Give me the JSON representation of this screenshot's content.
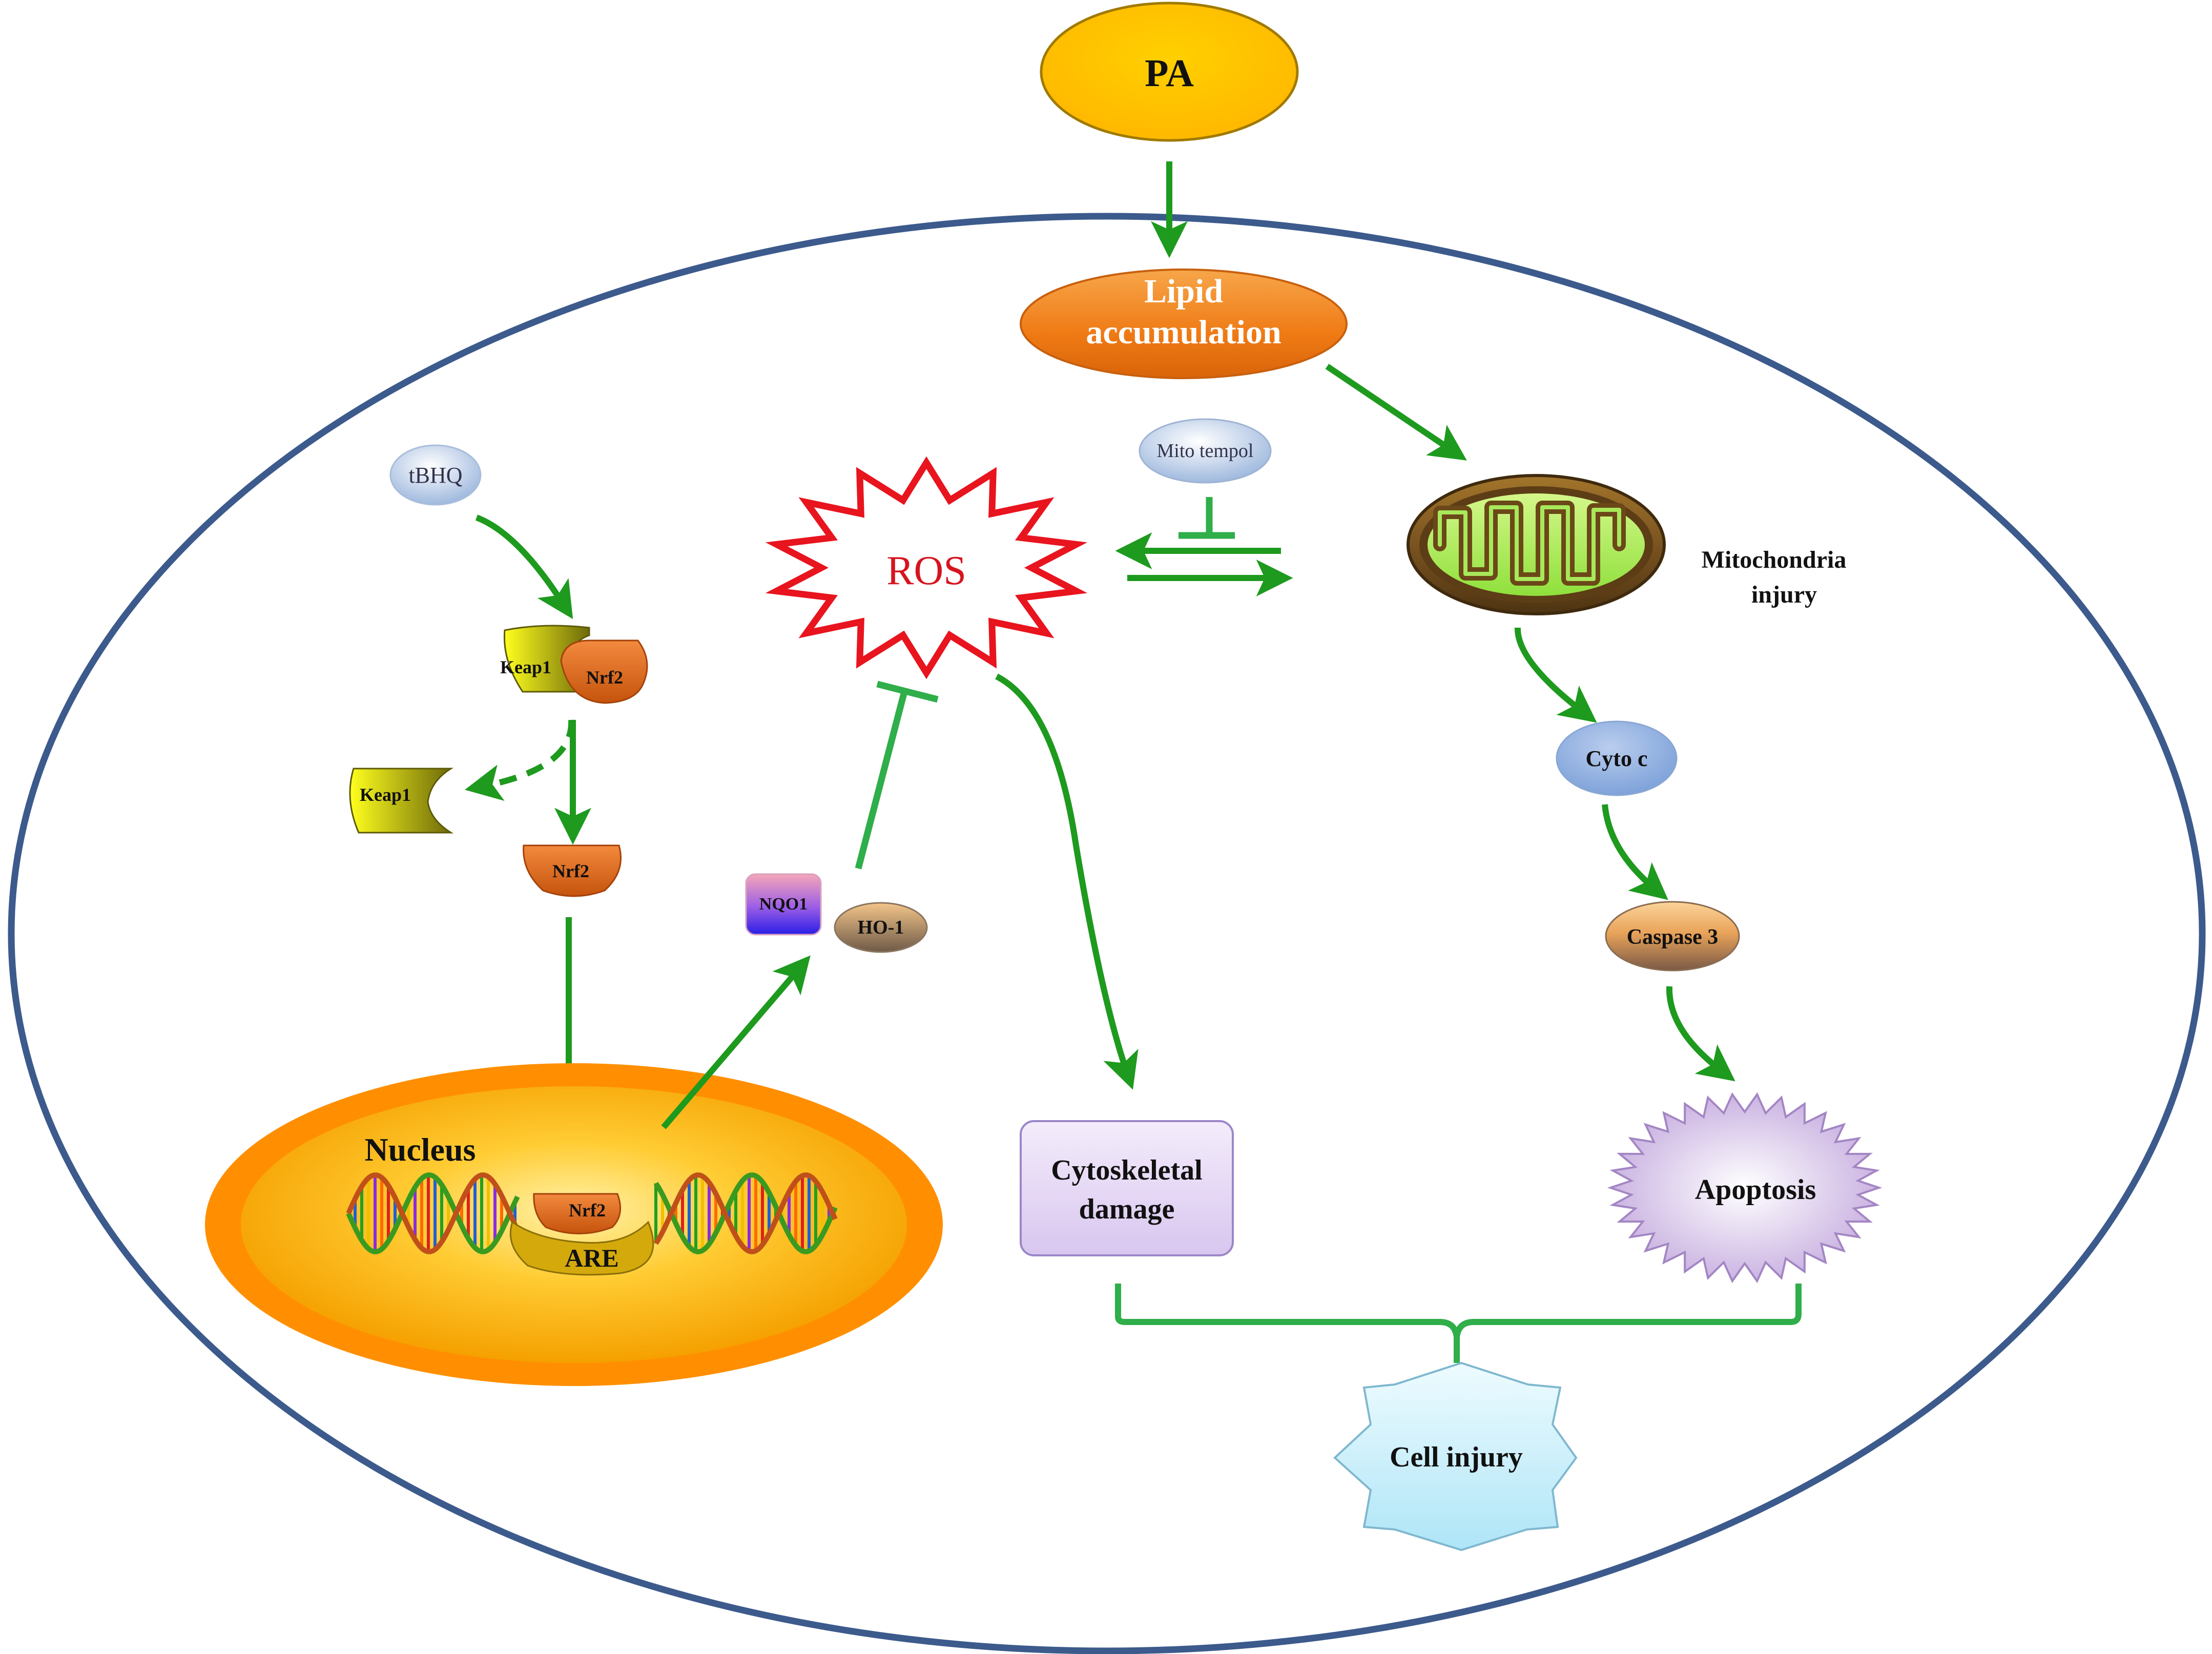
{
  "labels": {
    "pa": "PA",
    "lipid_line1": "Lipid",
    "lipid_line2": "accumulation",
    "mito_tempol": "Mito tempol",
    "ros": "ROS",
    "mito_injury_line1": "Mitochondria",
    "mito_injury_line2": "injury",
    "tbhq": "tBHQ",
    "keap1_complex": "Keap1",
    "nrf2_complex": "Nrf2",
    "keap1_free": "Keap1",
    "nrf2_free": "Nrf2",
    "nqo1": "NQO1",
    "ho1": "HO-1",
    "cyto_c": "Cyto c",
    "caspase3": "Caspase 3",
    "nucleus": "Nucleus",
    "nrf2_nucleus": "Nrf2",
    "are": "ARE",
    "cytoskeletal_line1": "Cytoskeletal",
    "cytoskeletal_line2": "damage",
    "apoptosis": "Apoptosis",
    "cell_injury": "Cell injury"
  },
  "colors": {
    "arrow": "#1e9a1e",
    "inhibit": "#2fae4a",
    "cell_border": "#3c5a8c",
    "ros_border": "#e8141e",
    "ros_text": "#d6141e"
  }
}
